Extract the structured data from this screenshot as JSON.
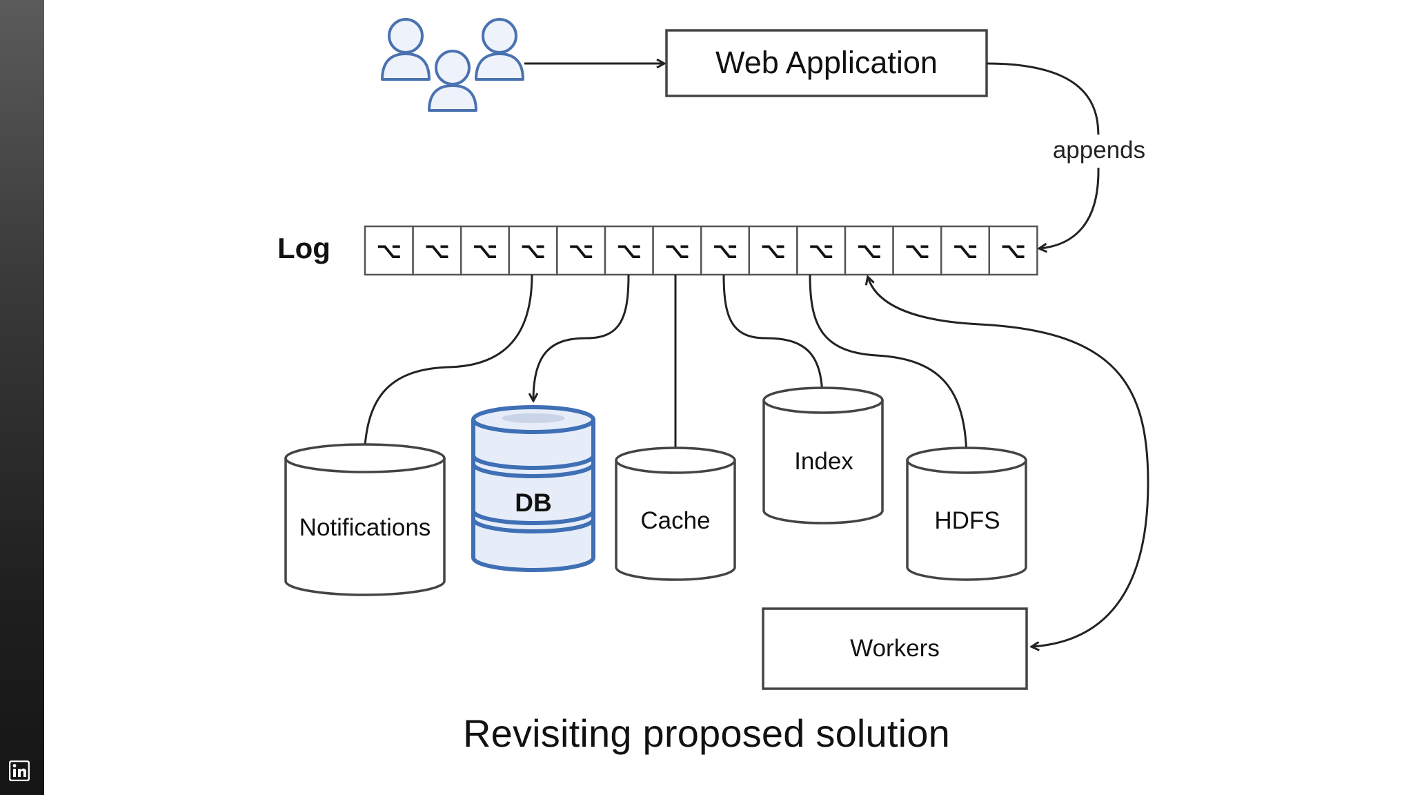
{
  "diagram": {
    "web_app_label": "Web Application",
    "appends_label": "appends",
    "log_label": "Log",
    "log_entry_glyph": "⌥",
    "log_entry_count": 14,
    "stores": {
      "notifications": "Notifications",
      "db": "DB",
      "cache": "Cache",
      "index": "Index",
      "hdfs": "HDFS"
    },
    "workers_label": "Workers",
    "colors": {
      "users_stroke": "#4a72b0",
      "users_fill": "#eef2fa",
      "db_stroke": "#3f6fb5",
      "db_fill": "#e6edf8",
      "line": "#222222"
    }
  },
  "title": "Revisiting proposed solution"
}
